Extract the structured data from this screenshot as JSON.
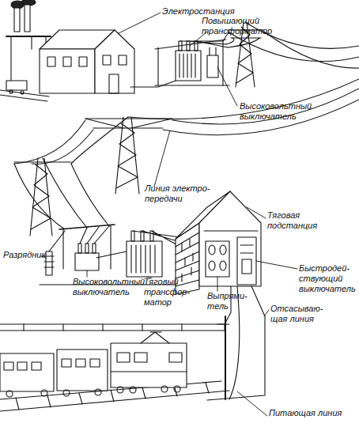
{
  "diagram": {
    "labels": [
      "Электростанция",
      "Повышающий трансформатор",
      "Высоковольтный выключатель",
      "Линия электро- передачи",
      "Тяговая подстанция",
      "Разрядник",
      "Высоковольтный выключатель",
      "Тяговый трансфор- матор",
      "Выпрями- тель",
      "Отсасываю- щая линия",
      "Быстродей- ствующий выключатель",
      "Питающая линия"
    ]
  }
}
